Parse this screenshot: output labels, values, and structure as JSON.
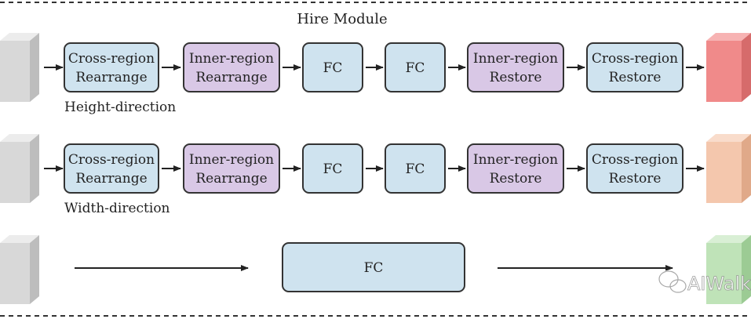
{
  "title": "Hire Module",
  "colors": {
    "blue_fill": "#cfe3ef",
    "purple_fill": "#d9c8e6",
    "box_stroke": "#333333",
    "cube_gray": "#d8d8d8",
    "cube_red": "#f08a8a",
    "cube_peach": "#f4c7ad",
    "cube_green": "#bfe3b8",
    "arrow": "#222222",
    "dash": "#333333"
  },
  "rows": [
    {
      "direction_label": "Height-direction",
      "output_color": "red",
      "blocks": [
        {
          "line1": "Cross-region",
          "line2": "Rearrange",
          "kind": "cross"
        },
        {
          "line1": "Inner-region",
          "line2": "Rearrange",
          "kind": "inner"
        },
        {
          "line1": "FC",
          "line2": "",
          "kind": "fc"
        },
        {
          "line1": "FC",
          "line2": "",
          "kind": "fc"
        },
        {
          "line1": "Inner-region",
          "line2": "Restore",
          "kind": "inner"
        },
        {
          "line1": "Cross-region",
          "line2": "Restore",
          "kind": "cross"
        }
      ]
    },
    {
      "direction_label": "Width-direction",
      "output_color": "peach",
      "blocks": [
        {
          "line1": "Cross-region",
          "line2": "Rearrange",
          "kind": "cross"
        },
        {
          "line1": "Inner-region",
          "line2": "Rearrange",
          "kind": "inner"
        },
        {
          "line1": "FC",
          "line2": "",
          "kind": "fc"
        },
        {
          "line1": "FC",
          "line2": "",
          "kind": "fc"
        },
        {
          "line1": "Inner-region",
          "line2": "Restore",
          "kind": "inner"
        },
        {
          "line1": "Cross-region",
          "line2": "Restore",
          "kind": "cross"
        }
      ]
    },
    {
      "direction_label": "",
      "output_color": "green",
      "blocks": [
        {
          "line1": "FC",
          "line2": "",
          "kind": "fc"
        }
      ]
    }
  ],
  "watermark": {
    "text": "AIWalker",
    "icon": "wechat-icon"
  }
}
